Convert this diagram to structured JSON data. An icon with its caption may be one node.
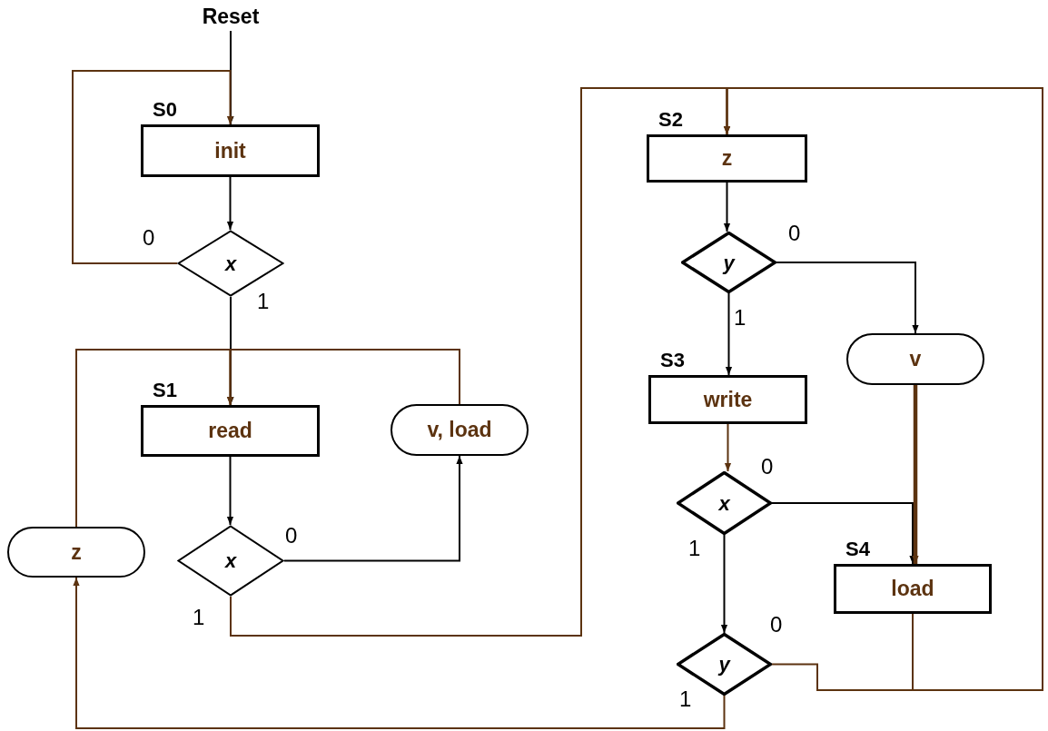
{
  "diagram": {
    "nodes": [
      {
        "text": [
          "Reset"
        ]
      },
      {
        "text": [
          "init"
        ],
        "beside": [
          "S0"
        ]
      },
      {
        "text": [
          "x"
        ]
      },
      {
        "text": [
          "read"
        ],
        "beside": [
          "S1"
        ]
      },
      {
        "text": [
          "x"
        ]
      },
      {
        "text": [
          "v, load"
        ]
      },
      {
        "text": [
          "z"
        ]
      },
      {
        "text": [
          "z"
        ],
        "beside": [
          "S2"
        ]
      },
      {
        "text": [
          "y"
        ]
      },
      {
        "text": [
          "v"
        ]
      },
      {
        "text": [
          "write"
        ],
        "beside": [
          "S3"
        ]
      },
      {
        "text": [
          "x"
        ]
      },
      {
        "text": [
          "load"
        ],
        "beside": [
          "S4"
        ]
      },
      {
        "text": [
          "y"
        ]
      }
    ],
    "edges": [
      {
        "from": 0,
        "to": 1,
        "arrow": "to"
      },
      {
        "from": 1,
        "to": 2,
        "arrow": "to"
      },
      {
        "from": 2,
        "to": 1,
        "arrow": "to",
        "label": "0",
        "color": "#5c3310"
      },
      {
        "from": 2,
        "to": 3,
        "arrow": "to",
        "label": "1"
      },
      {
        "from": 3,
        "to": 4,
        "arrow": "to"
      },
      {
        "from": 4,
        "to": 5,
        "arrow": "to",
        "label": "0"
      },
      {
        "from": 5,
        "to": 3,
        "arrow": "to",
        "color": "#5c3310"
      },
      {
        "from": 6,
        "to": 3,
        "arrow": "to",
        "color": "#5c3310"
      },
      {
        "from": 4,
        "to": 7,
        "arrow": "to",
        "label": "1",
        "color": "#5c3310"
      },
      {
        "from": 7,
        "to": 8,
        "arrow": "to"
      },
      {
        "from": 8,
        "to": 10,
        "arrow": "to",
        "label": "1"
      },
      {
        "from": 8,
        "to": 9,
        "arrow": "to",
        "label": "0"
      },
      {
        "from": 9,
        "to": 12,
        "arrow": "to",
        "style": "thick",
        "color": "#5c3310"
      },
      {
        "from": 10,
        "to": 11,
        "arrow": "to",
        "color": "#5c3310"
      },
      {
        "from": 11,
        "to": 12,
        "arrow": "to",
        "label": "0"
      },
      {
        "from": 11,
        "to": 13,
        "arrow": "to",
        "label": "1"
      },
      {
        "from": 12,
        "to": 7,
        "arrow": "to",
        "color": "#5c3310"
      },
      {
        "from": 13,
        "to": 7,
        "arrow": "to",
        "label": "0",
        "color": "#5c3310"
      },
      {
        "from": 13,
        "to": 6,
        "arrow": "to",
        "label": "1",
        "color": "#5c3310"
      }
    ]
  }
}
